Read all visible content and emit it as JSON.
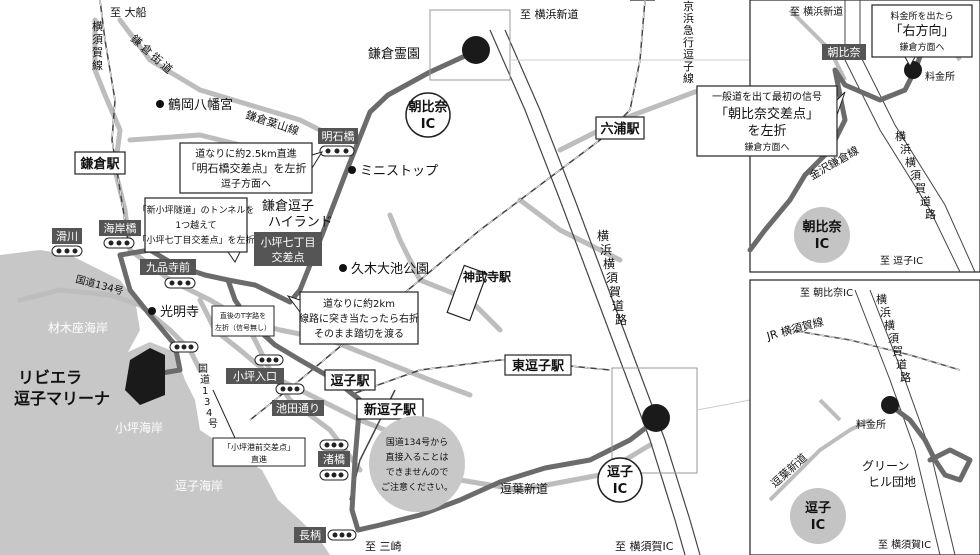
{
  "directions": {
    "to_ofuna": "至 大船",
    "to_yokohama_shindo": "至 横浜新道",
    "to_yokohama_shindo_inset": "至 横浜新道",
    "to_zushi_ic": "至 逗子IC",
    "to_asahina_ic": "至 朝比奈IC",
    "to_yokosuka_ic": "至 横須賀IC",
    "to_yokosuka_ic_inset": "至 横須賀IC",
    "to_misaki": "至 三崎"
  },
  "railways": {
    "yokosuka_line": [
      "横",
      "須",
      "賀",
      "線"
    ],
    "keikyu_zushi_line": [
      "京",
      "浜",
      "急",
      "行",
      "逗",
      "子",
      "線"
    ],
    "kamakura_kaido": [
      "鎌",
      "倉",
      "街",
      "道"
    ],
    "kamakura_hayama_line": "鎌倉葉山線",
    "yokohama_yokosuka_road": [
      "横",
      "浜",
      "横",
      "須",
      "賀",
      "道",
      "路"
    ],
    "yokohama_yokosuka_road_inset1": [
      "横",
      "浜",
      "横",
      "須",
      "賀",
      "道",
      "路"
    ],
    "yokohama_yokosuka_road_inset2": [
      "横",
      "浜",
      "横",
      "須",
      "賀",
      "道",
      "路"
    ],
    "kanazawa_kamakura_line": "金沢鎌倉線",
    "kanagawa_route_134": "国道134号",
    "route_134_vertical": [
      "国",
      "道",
      "1",
      "3",
      "4",
      "号"
    ],
    "zushi_shindo": "逗葉新道",
    "zushi_shindo_inset": "逗葉新道",
    "jr_yokosuka_line": "JR 横須賀線",
    "kamakura_kaido_v": "神武寺駅"
  },
  "places": {
    "kamakura_reien": "鎌倉霊園",
    "tsurugaoka": "鶴岡八幡宮",
    "ministop": "ミニストップ",
    "kamakura_zushi_highland": [
      "鎌倉逗子",
      "ハイランド"
    ],
    "kugi_oike_park": "久木大池公園",
    "komyoji": "光明寺",
    "zaimokuza": "材木座海岸",
    "koajiro": "小坪海岸",
    "zushi_beach": "逗子海岸",
    "riviera": [
      "リビエラ",
      "逗子マリーナ"
    ],
    "green_hills": [
      "グリーン",
      "ヒル団地"
    ]
  },
  "stations": {
    "kamakura": "鎌倉駅",
    "rokuura": "六浦駅",
    "jimmuji": "神武寺駅",
    "higashi_zushi": "東逗子駅",
    "zushi": "逗子駅",
    "shin_zushi": "新逗子駅"
  },
  "signals": {
    "akeishibashi": "明石橋",
    "nameri": "滑川",
    "kaiganbashi": "海岸橋",
    "kuhonji": "九品寺前",
    "kotsubo_iriguchi": "小坪入口",
    "ikeda": "池田通り",
    "nagibashi": "渚橋",
    "nagae": "長柄",
    "kotsubo7": [
      "小坪七丁目",
      "交差点"
    ],
    "asahina_inset": "朝比奈"
  },
  "ic": {
    "asahina": [
      "朝比奈",
      "IC"
    ],
    "zushi": [
      "逗子",
      "IC"
    ],
    "asahina_inset": [
      "朝比奈",
      "IC"
    ],
    "zushi_inset": [
      "逗子",
      "IC"
    ]
  },
  "tollgate": {
    "inset1": "料金所",
    "inset2": "料金所"
  },
  "callouts": {
    "akeishi": [
      "道なりに約2.5km直進",
      "「明石橋交差点」を左折",
      "逗子方面へ"
    ],
    "tunnel": [
      "「新小坪隧道」のトンネルを",
      "1つ越えて",
      "「小坪七丁目交差点」を左折"
    ],
    "tjunction": [
      "直後のT字路を",
      "左折（信号無し）"
    ],
    "railcross": [
      "道なりに約2km",
      "線路に突き当たったら右折",
      "そのまま踏切を渡る"
    ],
    "kotsubo_minato": [
      "「小坪港前交差点」",
      "直進"
    ],
    "no_entry": [
      "国道134号から",
      "直接入ることは",
      "できませんので",
      "ご注意ください。"
    ],
    "first_signal": [
      "一般道を出て最初の信号",
      "「朝比奈交差点」",
      "を左折",
      "鎌倉方面へ"
    ],
    "turn_right": [
      "料金所を出たら",
      "「右方向」",
      "鎌倉方面へ"
    ]
  },
  "colors": {
    "sea": "#c7c7c7",
    "route": "#6b6b6b",
    "road": "#bdbdbd",
    "label_bg": "#555555",
    "ic_circle": "#c4c4c4"
  }
}
